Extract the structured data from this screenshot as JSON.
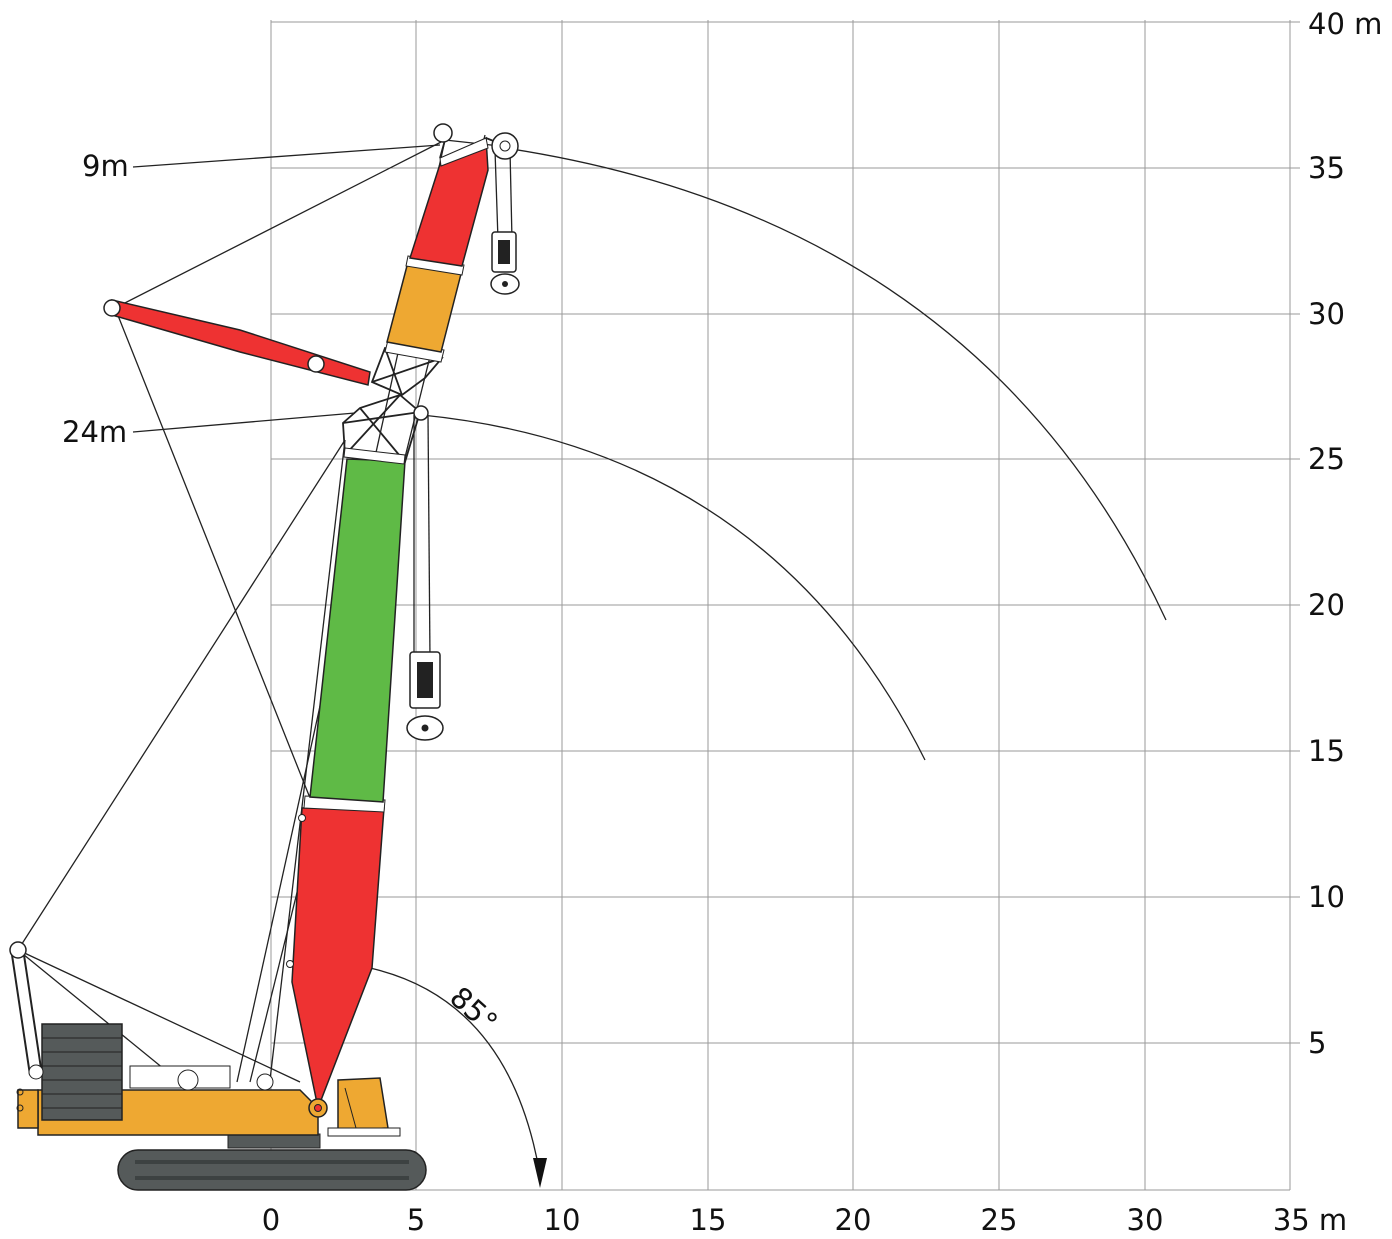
{
  "axes": {
    "x_ticks": [
      "0",
      "5",
      "10",
      "15",
      "20",
      "25",
      "30",
      "35 m"
    ],
    "y_ticks": [
      "5",
      "10",
      "15",
      "20",
      "25",
      "30",
      "35",
      "40 m"
    ]
  },
  "annotations": {
    "label_9m": "9m",
    "label_24m": "24m",
    "angle": "85°"
  },
  "colors": {
    "red": "#ee3232",
    "orange": "#eea832",
    "green": "#5fba46",
    "track": "#555a5a",
    "grid": "#9a9a9a"
  }
}
